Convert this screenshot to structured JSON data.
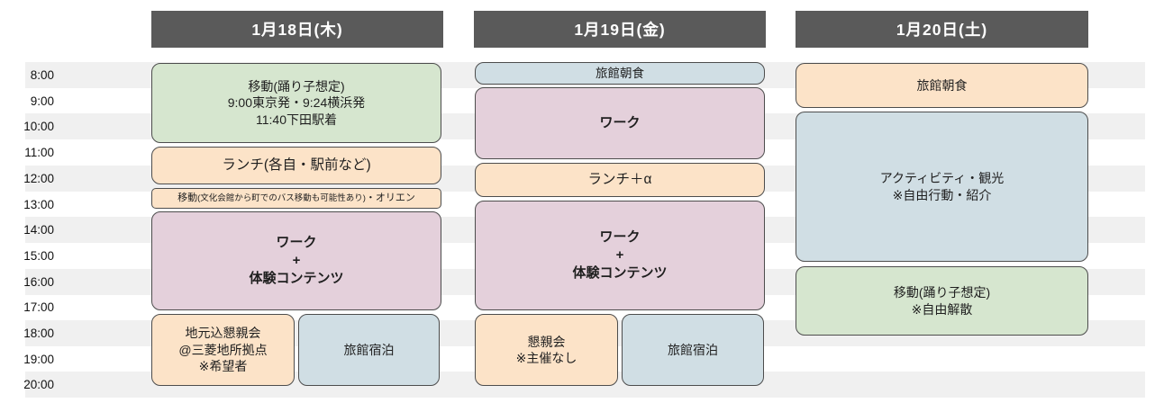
{
  "palette": {
    "header_bg": "#5a5a5a",
    "header_text": "#ffffff",
    "stripe": "#f0f0f0",
    "block_border": "#4d4d4d",
    "green": "#d6e6cf",
    "orange": "#fce3c8",
    "pink": "#e4d0db",
    "blue": "#d0dee4"
  },
  "time_axis": {
    "labels": [
      "8:00",
      "9:00",
      "10:00",
      "11:00",
      "12:00",
      "13:00",
      "14:00",
      "15:00",
      "16:00",
      "17:00",
      "18:00",
      "19:00",
      "20:00"
    ]
  },
  "days": [
    {
      "header": "1月18日(木)",
      "events": {
        "travel": {
          "lines": [
            "移動(踊り子想定)",
            "9:00東京発・9:24横浜発",
            "11:40下田駅着"
          ]
        },
        "lunch": {
          "label": "ランチ(各自・駅前など)"
        },
        "transfer_note": {
          "prefix": "移動",
          "detail": "(文化会館から町でのバス移動も可能性あり)",
          "suffix": "・オリエン"
        },
        "work": {
          "lines": [
            "ワーク",
            "+",
            "体験コンテンツ"
          ]
        },
        "party": {
          "lines": [
            "地元込懇親会",
            "@三菱地所拠点",
            "※希望者"
          ]
        },
        "stay": {
          "label": "旅館宿泊"
        }
      }
    },
    {
      "header": "1月19日(金)",
      "events": {
        "breakfast": {
          "label": "旅館朝食"
        },
        "work_am": {
          "label": "ワーク"
        },
        "lunch": {
          "label": "ランチ＋α"
        },
        "work_pm": {
          "lines": [
            "ワーク",
            "+",
            "体験コンテンツ"
          ]
        },
        "party": {
          "lines": [
            "懇親会",
            "※主催なし"
          ]
        },
        "stay": {
          "label": "旅館宿泊"
        }
      }
    },
    {
      "header": "1月20日(土)",
      "events": {
        "breakfast": {
          "label": "旅館朝食"
        },
        "activity": {
          "lines": [
            "アクティビティ・観光",
            "※自由行動・紹介"
          ]
        },
        "travel": {
          "lines": [
            "移動(踊り子想定)",
            "※自由解散"
          ]
        }
      }
    }
  ]
}
